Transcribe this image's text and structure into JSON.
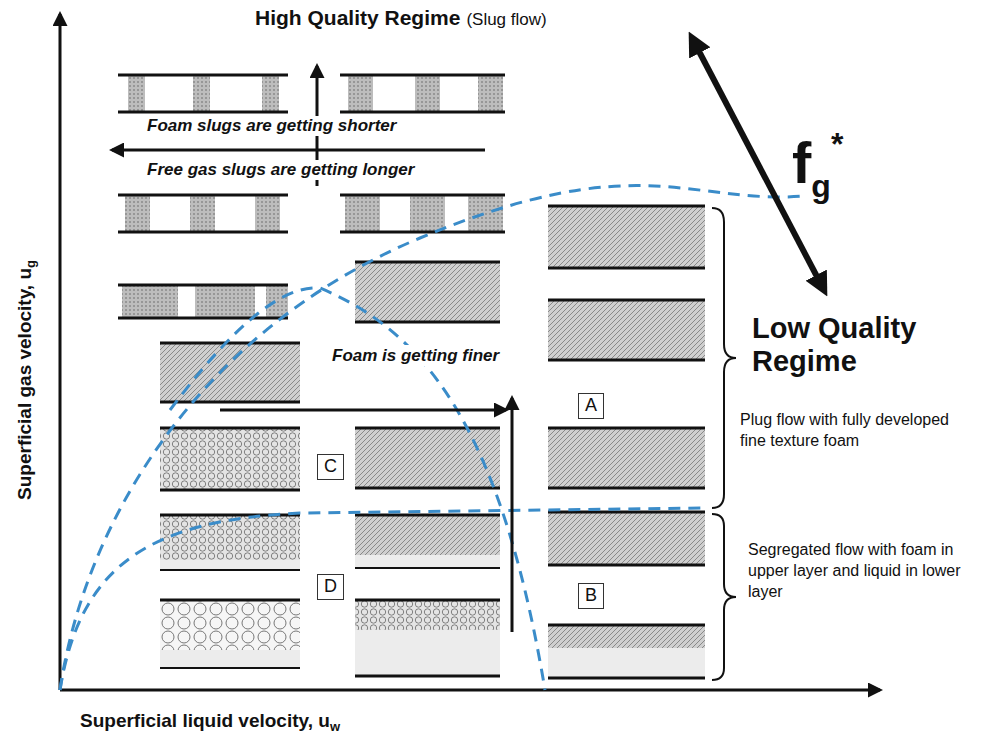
{
  "diagram": {
    "nodes": [
      {
        "text": [
          "A"
        ]
      },
      {
        "text": [
          "B"
        ]
      },
      {
        "text": [
          "C"
        ]
      },
      {
        "text": [
          "D"
        ]
      }
    ],
    "labels": [
      "High Quality Regime",
      "(Slug flow)",
      "Foam slugs are getting shorter",
      "Free gas slugs are getting longer",
      "f",
      "g",
      "*",
      "Low Quality Regime",
      "Plug flow with fully developed fine texture foam",
      "Foam is getting finer",
      "Segregated flow with foam in upper layer and liquid in lower layer",
      "Superficial gas velocity, u",
      "g",
      "Superficial liquid velocity, u",
      "w"
    ]
  }
}
